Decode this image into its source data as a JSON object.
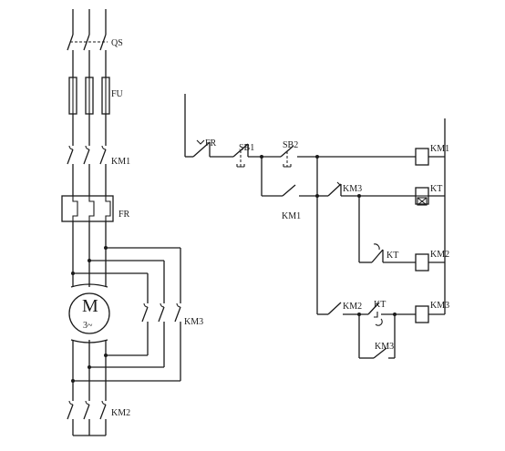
{
  "power_circuit": {
    "qs": "QS",
    "fu": "FU",
    "km1": "KM1",
    "fr": "FR",
    "motor_letter": "M",
    "motor_phase": "3~",
    "km3": "KM3",
    "km2": "KM2"
  },
  "control_circuit": {
    "fr_contact": "FR",
    "sb1": "SB1",
    "sb2": "SB2",
    "km1_hold": "KM1",
    "km3_nc": "KM3",
    "kt_nc": "KT",
    "km2_no": "KM2",
    "kt_no": "KT",
    "km3_hold": "KM3",
    "coil_km1": "KM1",
    "coil_kt": "KT",
    "coil_km2": "KM2",
    "coil_km3": "KM3"
  }
}
